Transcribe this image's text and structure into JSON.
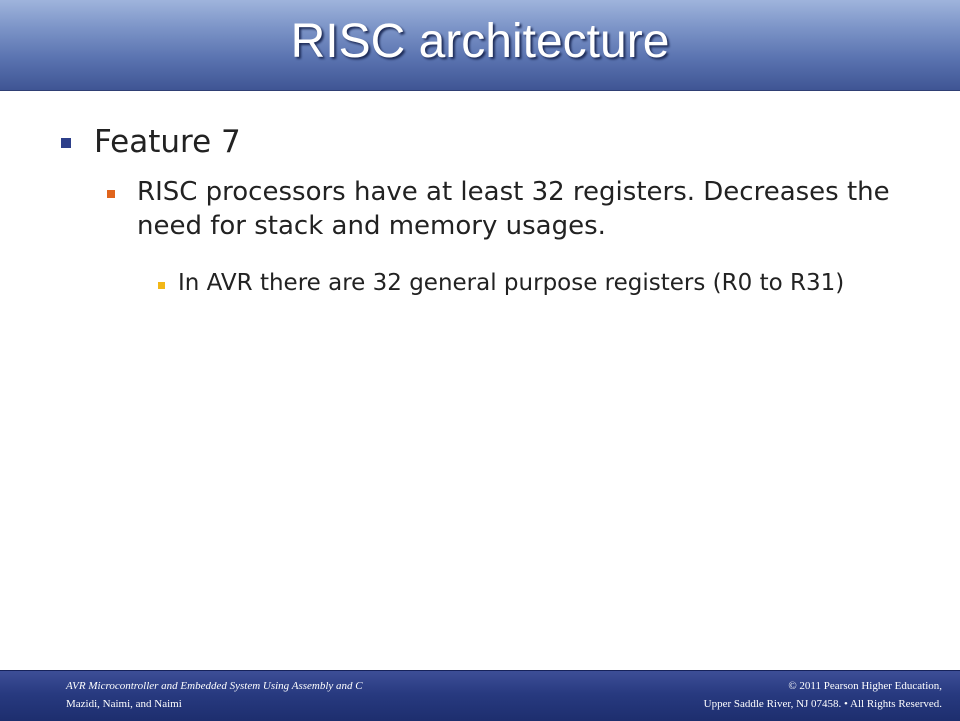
{
  "slide": {
    "title": "RISC architecture",
    "bullets": {
      "level1": "Feature 7",
      "level2": "RISC processors have at least 32 registers. Decreases the need for stack and memory usages.",
      "level3": "In AVR there are 32 general purpose registers (R0 to R31)"
    }
  },
  "footer": {
    "left_line1": "AVR Microcontroller and Embedded System Using Assembly and C",
    "left_line2": "Mazidi, Naimi, and Naimi",
    "right_line1": "© 2011  Pearson Higher Education,",
    "right_line2": "Upper Saddle River, NJ 07458. • All Rights Reserved."
  },
  "colors": {
    "title_bar": "#5a73b0",
    "footer_bar": "#283a80",
    "bullet_level1": "#2d3f8a",
    "bullet_level2": "#e0641c",
    "bullet_level3": "#f2b717"
  }
}
